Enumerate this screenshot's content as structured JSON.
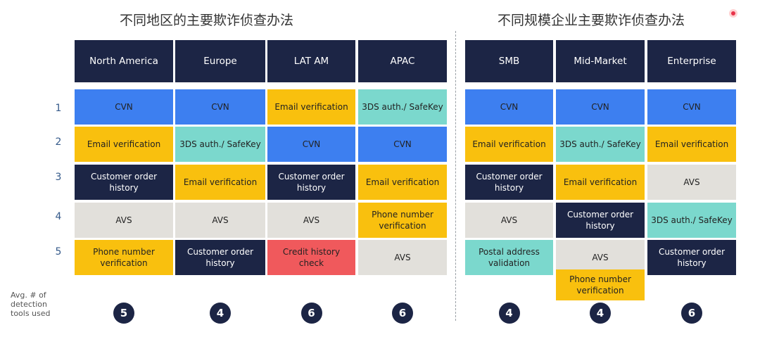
{
  "titles": {
    "left": "不同地区的主要欺诈侦查办法",
    "right": "不同规模企业主要欺诈侦查办法"
  },
  "row_ranks": [
    "1",
    "2",
    "3",
    "4",
    "5"
  ],
  "avg_label": "Avg. # of detection tools used",
  "colors": {
    "header": "#1c2545",
    "CVN": "#3d7ff0",
    "Email verification": "#f9c00e",
    "3DS auth./ SafeKey": "#7bd8cd",
    "Customer order history": "#1c2545",
    "AVS": "#e2e0db",
    "Phone number verification": "#f9c00e",
    "Credit history check": "#f0595c",
    "Postal address validation": "#7bd8cd"
  },
  "chart_data": [
    {
      "type": "table",
      "title": "不同地区的主要欺诈侦查办法",
      "columns": [
        {
          "name": "North America",
          "methods": [
            "CVN",
            "Email verification",
            "Customer order history",
            "AVS",
            "Phone number verification"
          ],
          "avg_tools": 5
        },
        {
          "name": "Europe",
          "methods": [
            "CVN",
            "3DS auth./ SafeKey",
            "Email verification",
            "AVS",
            "Customer order history"
          ],
          "avg_tools": 4
        },
        {
          "name": "LAT AM",
          "methods": [
            "Email verification",
            "CVN",
            "Customer order history",
            "AVS",
            "Credit history check"
          ],
          "avg_tools": 6
        },
        {
          "name": "APAC",
          "methods": [
            "3DS auth./ SafeKey",
            "CVN",
            "Email verification",
            "Phone number verification",
            "AVS"
          ],
          "avg_tools": 6
        }
      ]
    },
    {
      "type": "table",
      "title": "不同规模企业主要欺诈侦查办法",
      "columns": [
        {
          "name": "SMB",
          "methods": [
            "CVN",
            "Email verification",
            "Customer order history",
            "AVS",
            "Postal address validation"
          ],
          "avg_tools": 4
        },
        {
          "name": "Mid-Market",
          "methods": [
            "CVN",
            "3DS auth./ SafeKey",
            "Email verification",
            "Customer order history",
            "AVS",
            "Phone number verification"
          ],
          "avg_tools": 4
        },
        {
          "name": "Enterprise",
          "methods": [
            "CVN",
            "Email verification",
            "AVS",
            "3DS auth./ SafeKey",
            "Customer order history"
          ],
          "avg_tools": 6
        }
      ]
    }
  ]
}
